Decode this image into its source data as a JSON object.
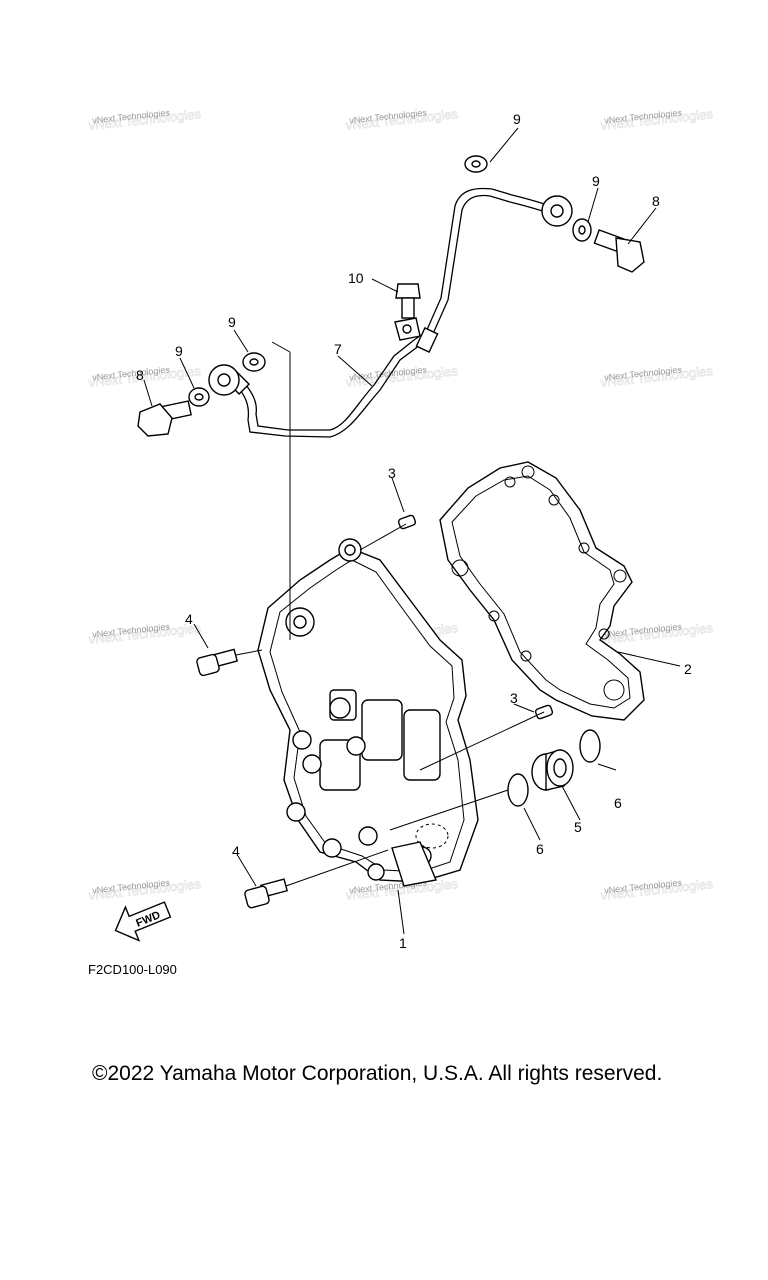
{
  "diagram": {
    "figure_code": "F2CD100-L090",
    "fwd_label": "FWD",
    "watermark_text": "vNext Technologies",
    "callouts": [
      "1",
      "2",
      "3",
      "3",
      "4",
      "4",
      "5",
      "6",
      "6",
      "7",
      "8",
      "8",
      "9",
      "9",
      "9",
      "9",
      "10"
    ]
  },
  "footer": {
    "copyright": "©2022 Yamaha Motor Corporation, U.S.A. All rights reserved."
  }
}
